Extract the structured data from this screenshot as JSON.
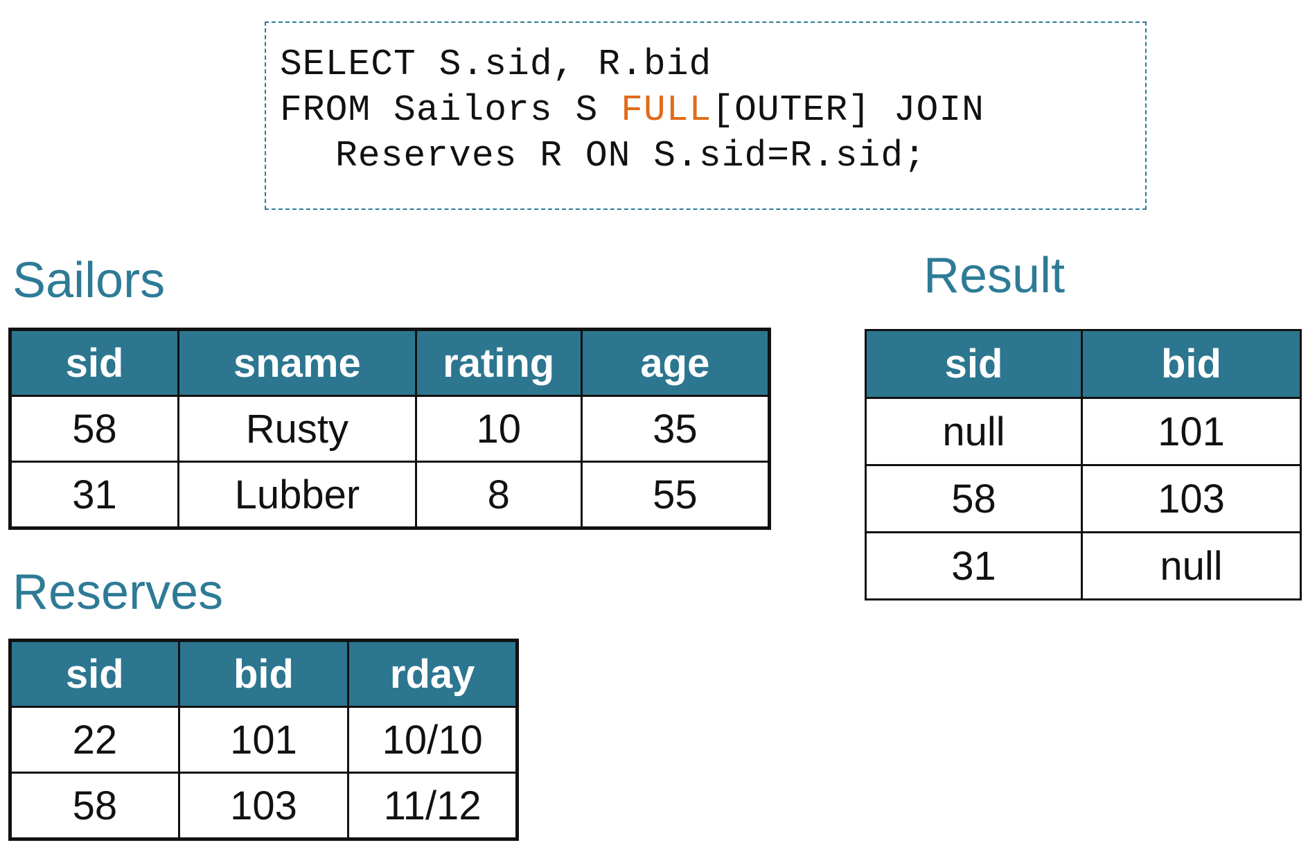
{
  "query": {
    "line1": "SELECT S.sid, R.bid",
    "line2_prefix": "FROM Sailors S ",
    "line2_keyword": "FULL",
    "line2_suffix": "[OUTER] JOIN",
    "line3": "Reserves R ON S.sid=R.sid;",
    "keyword_color": "#e06b1a"
  },
  "sailors": {
    "title": "Sailors",
    "columns": [
      "sid",
      "sname",
      "rating",
      "age"
    ],
    "rows": [
      [
        "58",
        "Rusty",
        "10",
        "35"
      ],
      [
        "31",
        "Lubber",
        "8",
        "55"
      ]
    ]
  },
  "reserves": {
    "title": "Reserves",
    "columns": [
      "sid",
      "bid",
      "rday"
    ],
    "rows": [
      [
        "22",
        "101",
        "10/10"
      ],
      [
        "58",
        "103",
        "11/12"
      ]
    ]
  },
  "result": {
    "title": "Result",
    "columns": [
      "sid",
      "bid"
    ],
    "rows": [
      [
        "null",
        "101"
      ],
      [
        "58",
        "103"
      ],
      [
        "31",
        "null"
      ]
    ],
    "highlight_color": "#e06b1a"
  },
  "colors": {
    "header_bg": "#2c7690",
    "title_text": "#2d7b96",
    "box_border": "#2b7a96"
  }
}
